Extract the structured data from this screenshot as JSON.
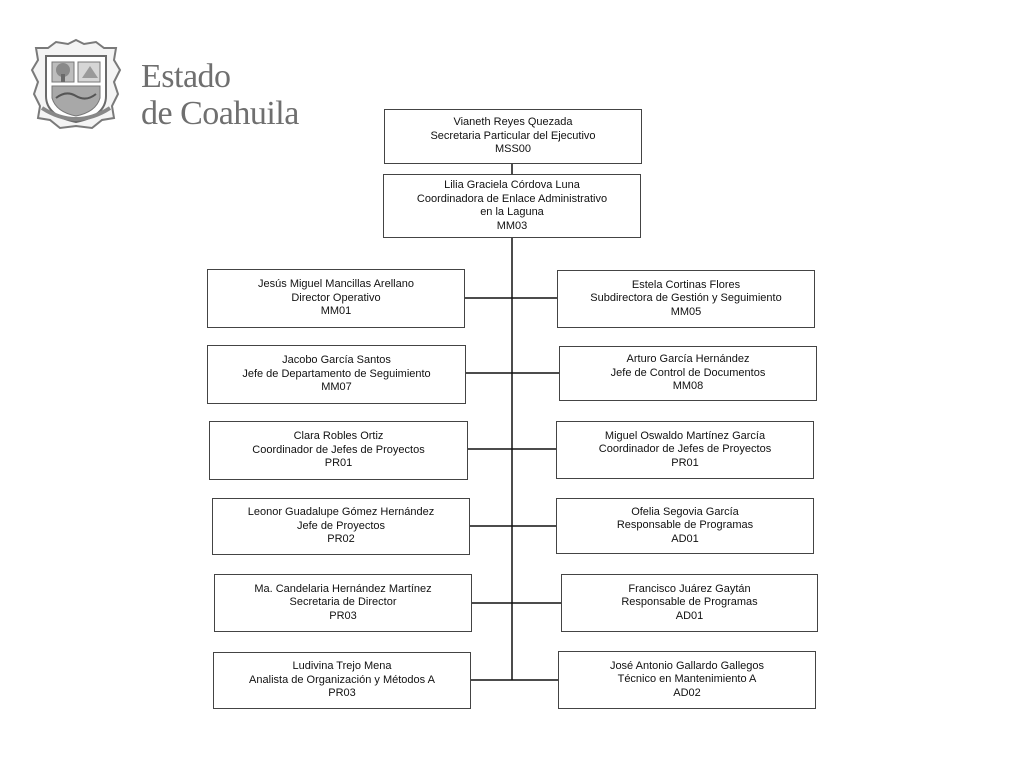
{
  "header": {
    "brand_line1": "Estado",
    "brand_line2": "de Coahuila",
    "logo_icon": "coahuila-coat-of-arms-icon"
  },
  "colors": {
    "border": "#444444",
    "line": "#111111",
    "brand_text": "#6f6f6f"
  },
  "top": [
    {
      "name": "Vianeth Reyes Quezada",
      "title": "Secretaria Particular del Ejecutivo",
      "code": "MSS00"
    },
    {
      "name": "Lilia Graciela Córdova Luna",
      "title": "Coordinadora de Enlace Administrativo",
      "title2": "en la Laguna",
      "code": "MM03"
    }
  ],
  "left": [
    {
      "name": "Jesús Miguel Mancillas Arellano",
      "title": "Director Operativo",
      "code": "MM01"
    },
    {
      "name": "Jacobo García Santos",
      "title": "Jefe de Departamento de Seguimiento",
      "code": "MM07"
    },
    {
      "name": "Clara Robles Ortiz",
      "title": "Coordinador de Jefes de Proyectos",
      "code": "PR01"
    },
    {
      "name": "Leonor Guadalupe Gómez Hernández",
      "title": "Jefe de Proyectos",
      "code": "PR02"
    },
    {
      "name": "Ma. Candelaria  Hernández Martínez",
      "title": "Secretaria de Director",
      "code": "PR03"
    },
    {
      "name": "Ludivina Trejo Mena",
      "title": "Analista de Organización y Métodos A",
      "code": "PR03"
    }
  ],
  "right": [
    {
      "name": "Estela Cortinas Flores",
      "title": "Subdirectora de Gestión y Seguimiento",
      "code": "MM05"
    },
    {
      "name": "Arturo García Hernández",
      "title": "Jefe de Control de Documentos",
      "code": "MM08"
    },
    {
      "name": "Miguel Oswaldo Martínez García",
      "title": "Coordinador de Jefes de Proyectos",
      "code": "PR01"
    },
    {
      "name": "Ofelia Segovia García",
      "title": "Responsable de Programas",
      "code": "AD01"
    },
    {
      "name": "Francisco Juárez Gaytán",
      "title": "Responsable de Programas",
      "code": "AD01"
    },
    {
      "name": "José Antonio Gallardo Gallegos",
      "title": "Técnico en Mantenimiento A",
      "code": "AD02"
    }
  ]
}
